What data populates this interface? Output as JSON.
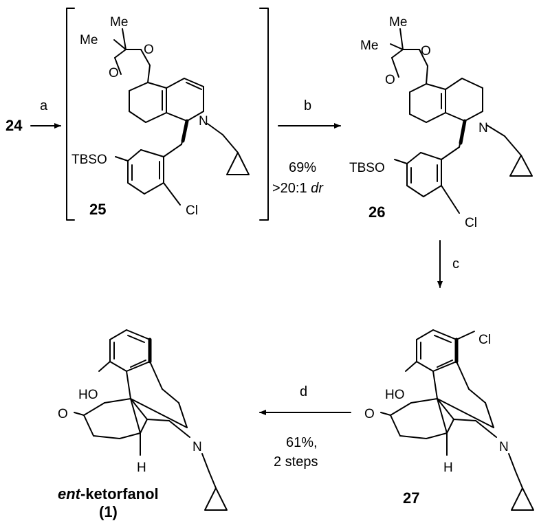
{
  "scheme": {
    "start_compound": "24",
    "steps": {
      "a": {
        "label": "a"
      },
      "b": {
        "label": "b",
        "yield": "69%",
        "dr_prefix": ">20:1 ",
        "dr_italic": "dr"
      },
      "c": {
        "label": "c"
      },
      "d": {
        "label": "d",
        "yield": "61%,",
        "note": "2 steps"
      }
    },
    "compounds": {
      "c25": {
        "number": "25",
        "substituents": [
          "Me",
          "Me",
          "O",
          "O",
          "N",
          "TBSO",
          "Cl"
        ]
      },
      "c26": {
        "number": "26",
        "substituents": [
          "Me",
          "Me",
          "O",
          "O",
          "N",
          "TBSO",
          "Cl"
        ]
      },
      "c27": {
        "number": "27",
        "substituents": [
          "Cl",
          "HO",
          "O",
          "N",
          "H"
        ]
      },
      "c1": {
        "name_italic": "ent",
        "name_rest": "-ketorfanol",
        "number": "(1)",
        "substituents": [
          "HO",
          "O",
          "N",
          "H"
        ]
      }
    }
  }
}
